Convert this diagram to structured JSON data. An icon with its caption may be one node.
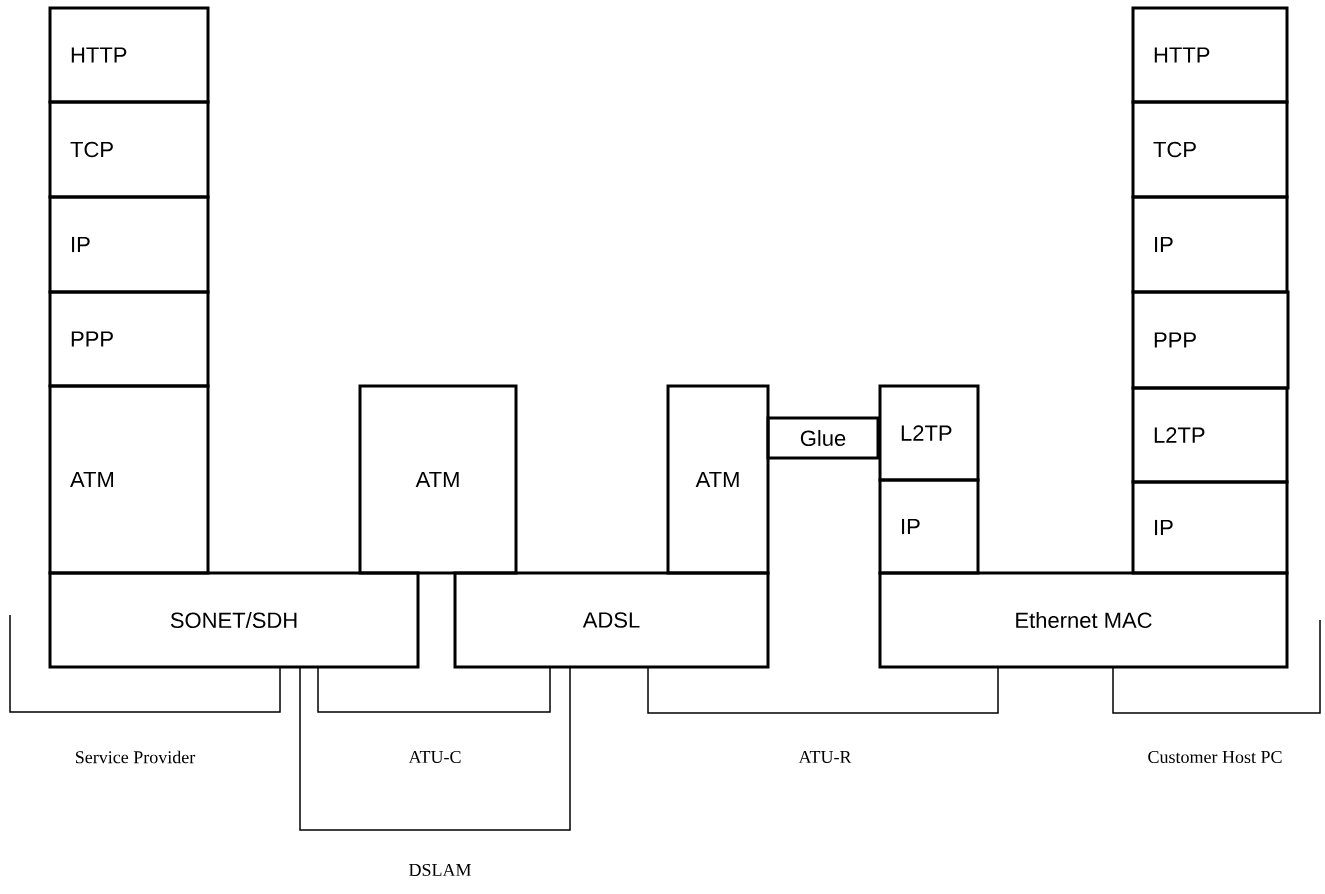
{
  "diagram": {
    "nodes": [
      {
        "text": [
          "HTTP"
        ]
      },
      {
        "text": [
          "TCP"
        ]
      },
      {
        "text": [
          "IP"
        ]
      },
      {
        "text": [
          "PPP"
        ]
      },
      {
        "text": [
          "ATM"
        ]
      },
      {
        "text": [
          "SONET/SDH"
        ]
      },
      {
        "text": [
          "ATM"
        ]
      },
      {
        "text": [
          "ADSL"
        ]
      },
      {
        "text": [
          "ATM"
        ]
      },
      {
        "text": [
          "Glue"
        ]
      },
      {
        "text": [
          "L2TP"
        ]
      },
      {
        "text": [
          "IP"
        ]
      },
      {
        "text": [
          "Ethernet MAC"
        ]
      },
      {
        "text": [
          "HTTP"
        ]
      },
      {
        "text": [
          "TCP"
        ]
      },
      {
        "text": [
          "IP"
        ]
      },
      {
        "text": [
          "PPP"
        ]
      },
      {
        "text": [
          "L2TP"
        ]
      },
      {
        "text": [
          "IP"
        ]
      }
    ],
    "edges": [],
    "labels": [
      "Service Provider",
      "ATU-C",
      "ATU-R",
      "Customer Host PC",
      "DSLAM"
    ]
  }
}
